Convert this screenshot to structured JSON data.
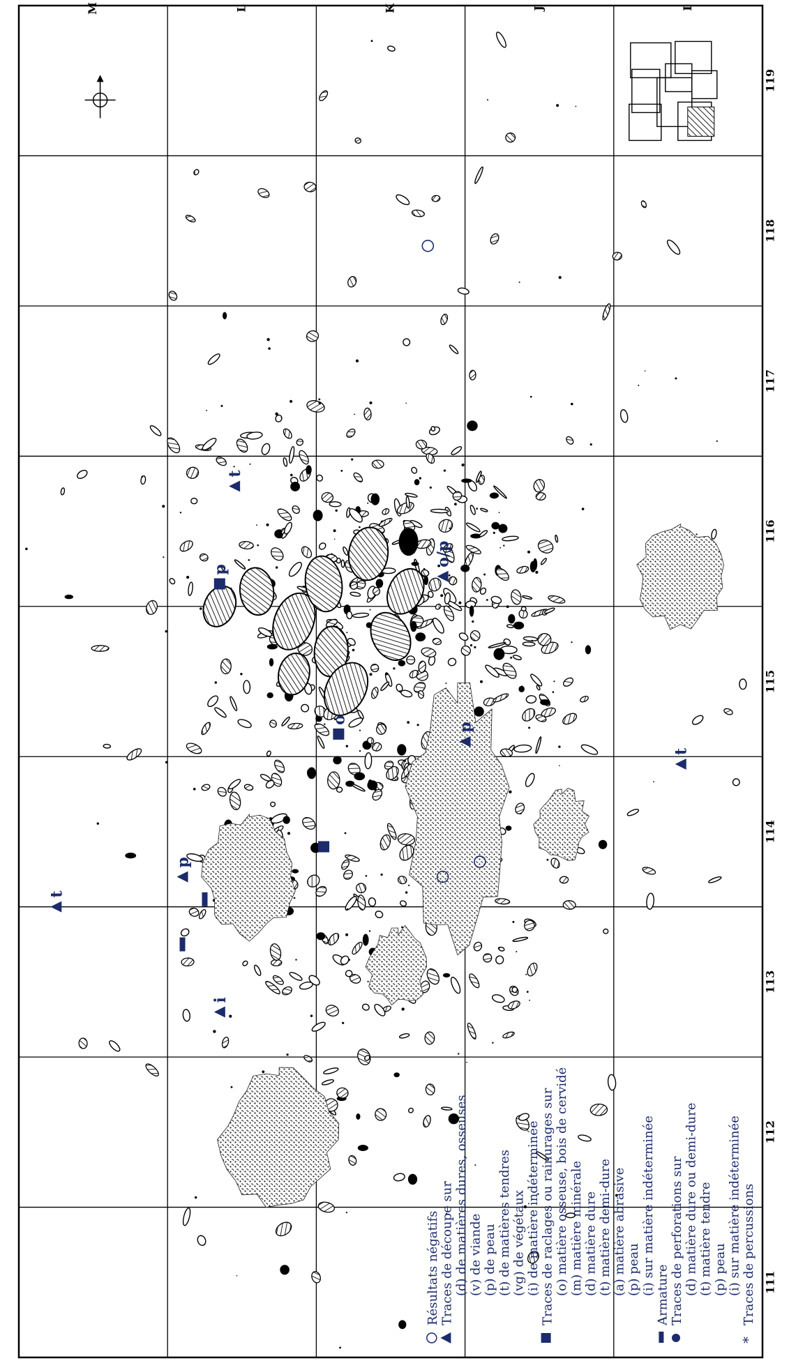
{
  "map": {
    "row_labels": [
      "M",
      "L",
      "K",
      "J",
      "I"
    ],
    "col_labels": [
      "111",
      "112",
      "113",
      "114",
      "115",
      "116",
      "117",
      "118",
      "119"
    ],
    "symbols": [
      {
        "shape": "triangle",
        "text": "t",
        "col": 3.0,
        "row": 0.25
      },
      {
        "shape": "triangle",
        "text": "i",
        "col": 2.3,
        "row": 1.35
      },
      {
        "shape": "triangle",
        "text": "t",
        "col": 5.8,
        "row": 1.45
      },
      {
        "shape": "triangle",
        "text": "p",
        "col": 4.1,
        "row": 3.0
      },
      {
        "shape": "triangle",
        "text": "t",
        "col": 3.95,
        "row": 4.45
      },
      {
        "shape": "triangle",
        "text": "o/p",
        "col": 5.2,
        "row": 2.85
      },
      {
        "shape": "triangle",
        "text": "p",
        "col": 3.2,
        "row": 1.1
      },
      {
        "shape": "square",
        "text": "p",
        "col": 5.15,
        "row": 1.35
      },
      {
        "shape": "square",
        "text": "o",
        "col": 4.15,
        "row": 2.15
      },
      {
        "shape": "square",
        "text": "",
        "col": 3.4,
        "row": 2.05
      },
      {
        "shape": "bar",
        "text": "",
        "col": 2.75,
        "row": 1.1
      },
      {
        "shape": "bar",
        "text": "",
        "col": 3.05,
        "row": 1.25
      },
      {
        "shape": "circle",
        "text": "",
        "col": 3.2,
        "row": 2.85
      },
      {
        "shape": "circle",
        "text": "",
        "col": 7.4,
        "row": 2.75
      },
      {
        "shape": "circle",
        "text": "",
        "col": 3.3,
        "row": 3.1
      }
    ]
  },
  "legend": {
    "items": [
      {
        "marker": "circle",
        "text": "Résultats négatifs"
      },
      {
        "marker": "triangle",
        "text": "Traces de découpe sur"
      },
      {
        "marker": "",
        "text": "(d)  de matières dures, osseuses"
      },
      {
        "marker": "",
        "text": "(v)  de viande"
      },
      {
        "marker": "",
        "text": "(p)  de peau"
      },
      {
        "marker": "",
        "text": "(t)  de matières tendres"
      },
      {
        "marker": "",
        "text": "(vg)  de végétaux"
      },
      {
        "marker": "",
        "text": "(i)  de matière indéterminée"
      },
      {
        "marker": "square",
        "text": "Traces de raclages ou rainurages sur"
      },
      {
        "marker": "",
        "text": "(o)  matière osseuse, bois de cervidé"
      },
      {
        "marker": "",
        "text": "(m)  matière minérale"
      },
      {
        "marker": "",
        "text": "(d)  matière dure"
      },
      {
        "marker": "",
        "text": "(t)  matière demi-dure"
      },
      {
        "marker": "",
        "text": "(a)  matière abrasive"
      },
      {
        "marker": "",
        "text": "(p)  peau"
      },
      {
        "marker": "",
        "text": "(i)  sur matière indéterminée"
      },
      {
        "marker": "bar",
        "text": "Armature"
      },
      {
        "marker": "dot",
        "text": "Traces de perforations sur"
      },
      {
        "marker": "",
        "text": "(d)  matière dure ou demi-dure"
      },
      {
        "marker": "",
        "text": "(t)  matière tendre"
      },
      {
        "marker": "",
        "text": "(p)  peau"
      },
      {
        "marker": "",
        "text": "(i)  sur matière indéterminée"
      },
      {
        "marker": "asterisk",
        "text": "Traces de percussions"
      }
    ]
  },
  "colors": {
    "symbol": "#1c2b6b",
    "line": "#000000",
    "paper": "#ffffff",
    "hatch": "#333333"
  }
}
